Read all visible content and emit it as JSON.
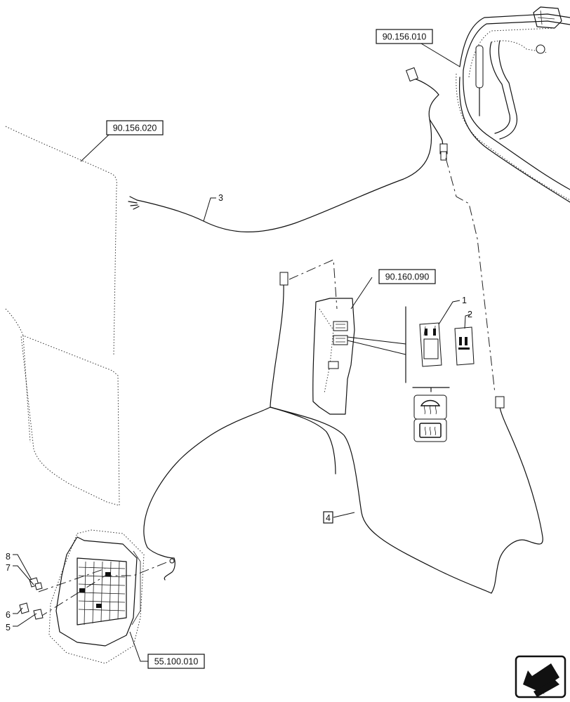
{
  "refs": {
    "r1": "90.156.010",
    "r2": "90.156.020",
    "r3": "90.160.090",
    "r4": "55.100.010"
  },
  "items": {
    "i1": "1",
    "i2": "2",
    "i3": "3",
    "i4": "4",
    "i5": "5",
    "i6": "6",
    "i7": "7",
    "i8": "8"
  },
  "icons": {
    "switch_top": "windshield-defrost-icon",
    "switch_bottom": "rear-window-defrost-icon",
    "nav": "previous-page-arrow-icon"
  }
}
